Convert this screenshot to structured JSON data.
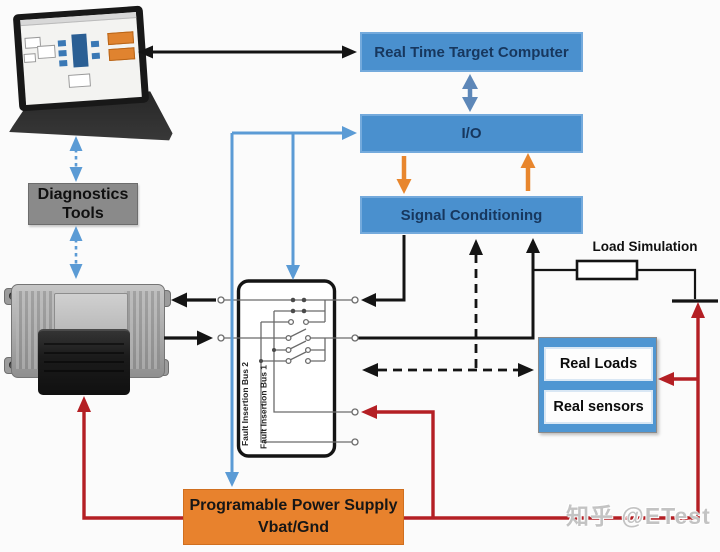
{
  "colors": {
    "box_blue": "#4a90ce",
    "loads_blue": "#4f96d2",
    "line_blue": "#5b9bd5",
    "double_arrow_blue": "#5d87b8",
    "orange": "#e8822d",
    "arrow_orange": "#e8862d",
    "gray_box": "#8a8a8a",
    "red_line": "#b41f24",
    "black_line": "#141414",
    "navy_text": "#17375e"
  },
  "nodes": {
    "rttc": {
      "label": "Real Time Target Computer"
    },
    "io": {
      "label": "I/O"
    },
    "signal_conditioning": {
      "label": "Signal Conditioning"
    },
    "diagnostics_tools": {
      "label": "Diagnostics Tools"
    },
    "load_simulation": {
      "label": "Load Simulation"
    },
    "real_loads": {
      "label": "Real Loads"
    },
    "real_sensors": {
      "label": "Real sensors"
    },
    "power_supply": {
      "line1": "Programable Power Supply",
      "line2": "Vbat/Gnd"
    },
    "fault_box": {
      "bus1_label": "Fault Insertion Bus 1",
      "bus2_label": "Fault Insertion Bus 2"
    }
  },
  "watermark": {
    "text": "知乎 @ETest"
  }
}
